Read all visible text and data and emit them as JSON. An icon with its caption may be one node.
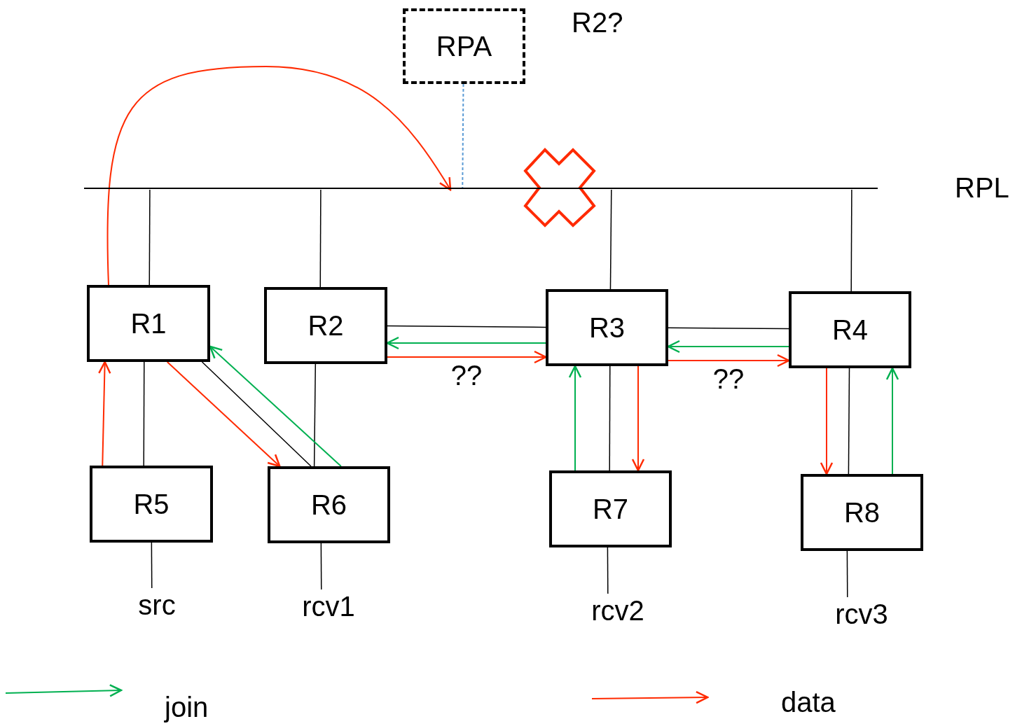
{
  "diagram": {
    "nodes": [
      {
        "text": [
          "RPA"
        ]
      },
      {
        "text": [],
        "shape": "bar",
        "beside": [
          "RPL"
        ]
      },
      {
        "text": [
          "R1"
        ]
      },
      {
        "text": [
          "R2"
        ]
      },
      {
        "text": [
          "R3"
        ]
      },
      {
        "text": [
          "R4"
        ]
      },
      {
        "text": [
          "R5"
        ]
      },
      {
        "text": [
          "R6"
        ]
      },
      {
        "text": [
          "R7"
        ]
      },
      {
        "text": [
          "R8"
        ]
      },
      {
        "text": [
          "src"
        ]
      },
      {
        "text": [
          "rcv1"
        ]
      },
      {
        "text": [
          "rcv2"
        ]
      },
      {
        "text": [
          "rcv3"
        ]
      }
    ],
    "edges": [
      {
        "from": 0,
        "to": 1,
        "arrow": "none",
        "style": "dashed",
        "color": "#5b9bd5"
      },
      {
        "from": 2,
        "to": 1,
        "arrow": "none"
      },
      {
        "from": 3,
        "to": 1,
        "arrow": "none"
      },
      {
        "from": 4,
        "to": 1,
        "arrow": "none"
      },
      {
        "from": 5,
        "to": 1,
        "arrow": "none"
      },
      {
        "from": 3,
        "to": 4,
        "arrow": "none"
      },
      {
        "from": 4,
        "to": 5,
        "arrow": "none"
      },
      {
        "from": 2,
        "to": 6,
        "arrow": "none"
      },
      {
        "from": 3,
        "to": 7,
        "arrow": "none"
      },
      {
        "from": 2,
        "to": 7,
        "arrow": "none"
      },
      {
        "from": 4,
        "to": 8,
        "arrow": "none"
      },
      {
        "from": 5,
        "to": 9,
        "arrow": "none"
      },
      {
        "from": 6,
        "to": 10,
        "arrow": "none"
      },
      {
        "from": 7,
        "to": 11,
        "arrow": "none"
      },
      {
        "from": 8,
        "to": 12,
        "arrow": "none"
      },
      {
        "from": 9,
        "to": 13,
        "arrow": "none"
      },
      {
        "from": 2,
        "to": 1,
        "arrow": "to",
        "color": "#ff2a00"
      },
      {
        "from": 6,
        "to": 2,
        "arrow": "to",
        "color": "#ff2a00"
      },
      {
        "from": 2,
        "to": 7,
        "arrow": "to",
        "color": "#ff2a00"
      },
      {
        "from": 7,
        "to": 2,
        "arrow": "to",
        "color": "#00b050"
      },
      {
        "from": 4,
        "to": 3,
        "arrow": "to",
        "color": "#00b050"
      },
      {
        "from": 3,
        "to": 4,
        "arrow": "to",
        "color": "#ff2a00",
        "label": "??"
      },
      {
        "from": 5,
        "to": 4,
        "arrow": "to",
        "color": "#00b050"
      },
      {
        "from": 4,
        "to": 5,
        "arrow": "to",
        "color": "#ff2a00",
        "label": "??"
      },
      {
        "from": 8,
        "to": 4,
        "arrow": "to",
        "color": "#00b050"
      },
      {
        "from": 4,
        "to": 8,
        "arrow": "to",
        "color": "#ff2a00"
      },
      {
        "from": 5,
        "to": 9,
        "arrow": "to",
        "color": "#ff2a00"
      },
      {
        "from": 9,
        "to": 5,
        "arrow": "to",
        "color": "#00b050"
      }
    ],
    "labels": [
      "R2?"
    ],
    "legend": [
      {
        "text": "join"
      },
      {
        "text": "data"
      }
    ]
  }
}
